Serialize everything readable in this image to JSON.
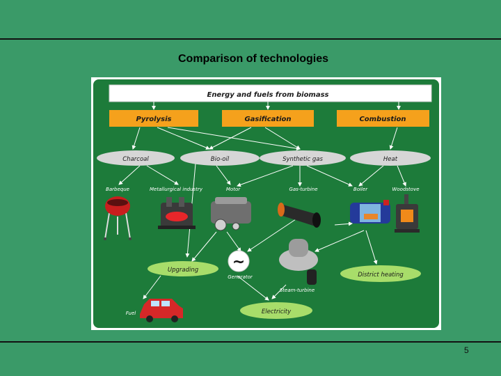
{
  "slide": {
    "title": "Comparison of technologies",
    "page_number": "5"
  },
  "diagram": {
    "header": "Energy and fuels from biomass",
    "processes": [
      "Pyrolysis",
      "Gasification",
      "Combustion"
    ],
    "intermediates": [
      "Charcoal",
      "Bio-oil",
      "Synthetic gas",
      "Heat"
    ],
    "uses": [
      "Barbeque",
      "Metallurgical industry",
      "Motor",
      "Gas-turbine",
      "Boiler",
      "Woodstove"
    ],
    "outputs": {
      "upgrading": "Upgrading",
      "generator": "Generator",
      "generator_symbol": "~",
      "steam_turbine": "Steam-turbine",
      "district_heating": "District heating",
      "electricity": "Electricity",
      "fuel": "Fuel"
    },
    "colors": {
      "panel_green": "#1d7b3a",
      "process_orange": "#f5a11c",
      "intermediate_grey": "#d6d6d6",
      "output_lightgreen": "#a8dd6a"
    },
    "icons": [
      "barbeque-grill-icon",
      "smelter-icon",
      "engine-icon",
      "gas-turbine-icon",
      "boiler-icon",
      "woodstove-icon",
      "steam-turbine-icon",
      "car-icon"
    ]
  }
}
